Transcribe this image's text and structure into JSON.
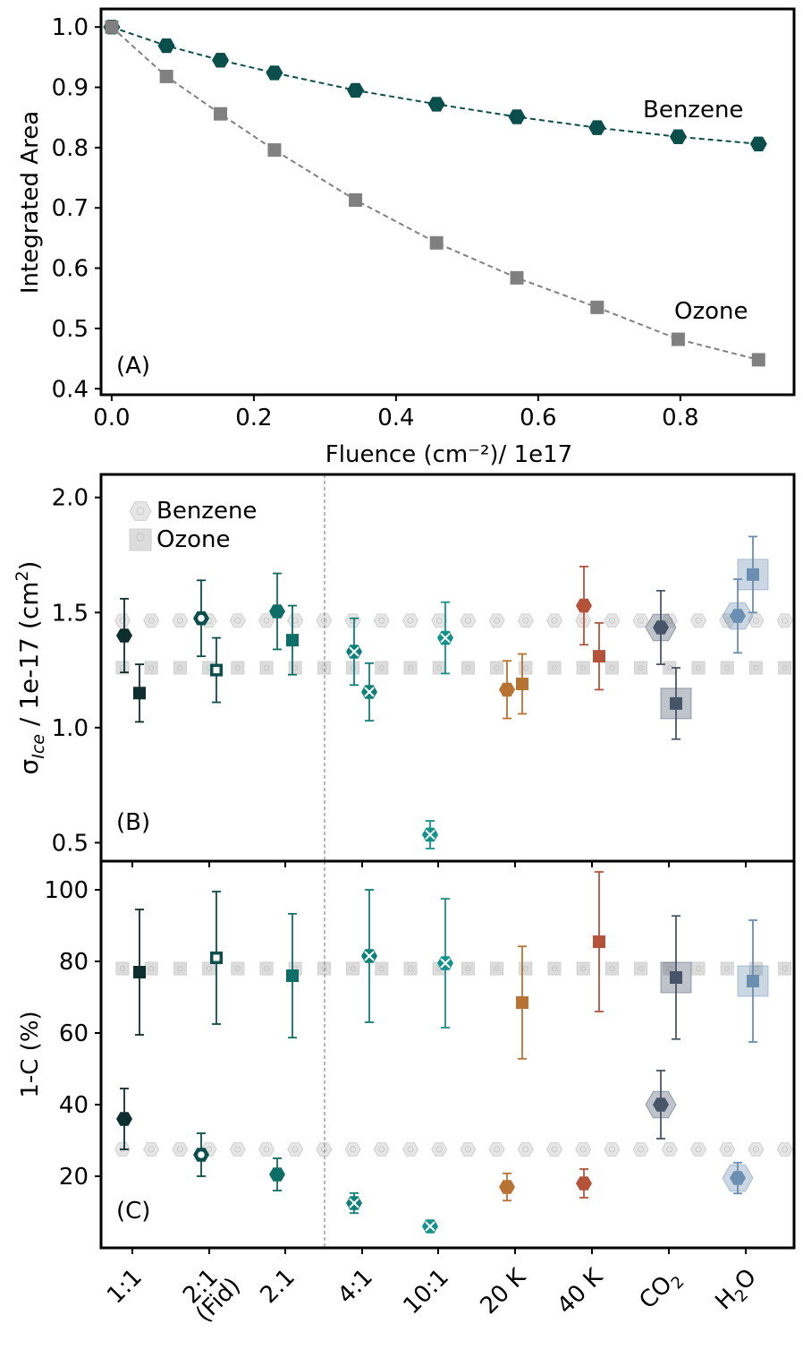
{
  "chart_data": [
    {
      "panel": "A",
      "type": "line",
      "panel_label": "(A)",
      "xlabel": "Fluence (cm⁻²)/ 1e17",
      "ylabel": "Integrated Area",
      "xlim": [
        -0.015,
        0.96
      ],
      "ylim": [
        0.39,
        1.03
      ],
      "xticks": [
        "0.0",
        "0.2",
        "0.4",
        "0.6",
        "0.8"
      ],
      "xtick_values": [
        0.0,
        0.2,
        0.4,
        0.6,
        0.8
      ],
      "yticks": [
        "0.4",
        "0.5",
        "0.6",
        "0.7",
        "0.8",
        "0.9",
        "1.0"
      ],
      "ytick_values": [
        0.4,
        0.5,
        0.6,
        0.7,
        0.8,
        0.9,
        1.0
      ],
      "grid": false,
      "series": [
        {
          "name": "Benzene",
          "marker": "hexagon",
          "color": "#0b4f4c",
          "x": [
            0.0,
            0.077,
            0.153,
            0.229,
            0.343,
            0.457,
            0.57,
            0.683,
            0.797,
            0.91
          ],
          "y": [
            1.0,
            0.969,
            0.945,
            0.924,
            0.895,
            0.872,
            0.851,
            0.833,
            0.818,
            0.806
          ]
        },
        {
          "name": "Ozone",
          "marker": "square",
          "color": "#808080",
          "x": [
            0.0,
            0.077,
            0.153,
            0.229,
            0.343,
            0.457,
            0.57,
            0.683,
            0.797,
            0.91
          ],
          "y": [
            1.0,
            0.918,
            0.856,
            0.796,
            0.713,
            0.642,
            0.584,
            0.535,
            0.482,
            0.448
          ]
        }
      ]
    },
    {
      "panel": "B",
      "type": "scatter",
      "panel_label": "(B)",
      "ylabel": "σ",
      "ylabel_sub": "Ice",
      "ylabel_rest": " / 1e-17 (cm",
      "ylabel_sup": "2",
      "ylabel_end": ")",
      "ylim": [
        0.42,
        2.1
      ],
      "yticks": [
        "0.5",
        "1.0",
        "1.5",
        "2.0"
      ],
      "ytick_values": [
        0.5,
        1.0,
        1.5,
        2.0
      ],
      "reference_lines": {
        "Benzene": 1.465,
        "Ozone": 1.26
      },
      "legend": {
        "position": "top-left",
        "entries": [
          "Benzene",
          "Ozone"
        ]
      },
      "benzene": [
        {
          "cat": "1:1",
          "y": 1.4,
          "err": 0.16,
          "style": "filled",
          "color": "#0e2e2e"
        },
        {
          "cat": "2:1 (Fid)",
          "y": 1.475,
          "err": 0.165,
          "style": "hollow",
          "color": "#0b4f4c"
        },
        {
          "cat": "2.1",
          "y": 1.505,
          "err": 0.165,
          "style": "filled",
          "color": "#0d6e68"
        },
        {
          "cat": "4:1",
          "y": 1.33,
          "err": 0.145,
          "style": "cross",
          "color": "#0f7f7a"
        },
        {
          "cat": "10:1",
          "y": 0.535,
          "err": 0.06,
          "style": "cross",
          "color": "#13918c"
        },
        {
          "cat": "20 K",
          "y": 1.165,
          "err": 0.125,
          "style": "filled",
          "color": "#b87333"
        },
        {
          "cat": "40 K",
          "y": 1.53,
          "err": 0.17,
          "style": "filled",
          "color": "#b5533a"
        },
        {
          "cat": "CO2",
          "y": 1.435,
          "err": 0.16,
          "style": "filled-halo",
          "color": "#475569"
        },
        {
          "cat": "H2O",
          "y": 1.485,
          "err": 0.16,
          "style": "filled-halo",
          "color": "#6a8fb0"
        }
      ],
      "ozone": [
        {
          "cat": "1:1",
          "y": 1.15,
          "err": 0.125,
          "style": "filled",
          "color": "#0e2e2e"
        },
        {
          "cat": "2:1 (Fid)",
          "y": 1.25,
          "err": 0.14,
          "style": "hollow",
          "color": "#0b4f4c"
        },
        {
          "cat": "2.1",
          "y": 1.38,
          "err": 0.15,
          "style": "filled",
          "color": "#0d6e68"
        },
        {
          "cat": "4:1",
          "y": 1.155,
          "err": 0.125,
          "style": "cross",
          "color": "#0f7f7a"
        },
        {
          "cat": "10:1",
          "y": 1.39,
          "err": 0.155,
          "style": "cross",
          "color": "#13918c"
        },
        {
          "cat": "20 K",
          "y": 1.19,
          "err": 0.13,
          "style": "filled",
          "color": "#b87333"
        },
        {
          "cat": "40 K",
          "y": 1.31,
          "err": 0.145,
          "style": "filled",
          "color": "#b5533a"
        },
        {
          "cat": "CO2",
          "y": 1.105,
          "err": 0.155,
          "style": "filled-halo",
          "color": "#475569"
        },
        {
          "cat": "H2O",
          "y": 1.665,
          "err": 0.165,
          "style": "filled-halo",
          "color": "#6a8fb0"
        }
      ]
    },
    {
      "panel": "C",
      "type": "scatter",
      "panel_label": "(C)",
      "ylabel": "1-C (%)",
      "ylim": [
        0,
        108
      ],
      "yticks": [
        "20",
        "40",
        "60",
        "80",
        "100"
      ],
      "ytick_values": [
        20,
        40,
        60,
        80,
        100
      ],
      "reference_lines": {
        "Benzene": 27.5,
        "Ozone": 78
      },
      "categories": [
        "1:1",
        "2:1\n(Fid)",
        "2.1",
        "4:1",
        "10:1",
        "20 K",
        "40 K",
        "CO2",
        "H2O"
      ],
      "benzene": [
        {
          "cat": "1:1",
          "y": 36,
          "err": 8.5,
          "style": "filled",
          "color": "#0e2e2e"
        },
        {
          "cat": "2:1 (Fid)",
          "y": 26,
          "err": 6,
          "style": "hollow",
          "color": "#0b4f4c"
        },
        {
          "cat": "2.1",
          "y": 20.5,
          "err": 4.5,
          "style": "filled",
          "color": "#0d6e68"
        },
        {
          "cat": "4:1",
          "y": 12.5,
          "err": 2.8,
          "style": "cross",
          "color": "#0f7f7a"
        },
        {
          "cat": "10:1",
          "y": 6,
          "err": 1.2,
          "style": "cross",
          "color": "#13918c"
        },
        {
          "cat": "20 K",
          "y": 17,
          "err": 3.8,
          "style": "filled",
          "color": "#b87333"
        },
        {
          "cat": "40 K",
          "y": 18,
          "err": 4,
          "style": "filled",
          "color": "#b5533a"
        },
        {
          "cat": "CO2",
          "y": 40,
          "err": 9.5,
          "style": "filled-halo",
          "color": "#475569"
        },
        {
          "cat": "H2O",
          "y": 19.5,
          "err": 4.3,
          "style": "filled-halo",
          "color": "#6a8fb0"
        }
      ],
      "ozone": [
        {
          "cat": "1:1",
          "y": 77,
          "err": 17.5,
          "style": "filled",
          "color": "#0e2e2e"
        },
        {
          "cat": "2:1 (Fid)",
          "y": 81,
          "err": 18.5,
          "style": "hollow",
          "color": "#0b4f4c"
        },
        {
          "cat": "2.1",
          "y": 76,
          "err": 17.3,
          "style": "filled",
          "color": "#0d6e68"
        },
        {
          "cat": "4:1",
          "y": 81.5,
          "err": 18.5,
          "style": "cross",
          "color": "#0f7f7a"
        },
        {
          "cat": "10:1",
          "y": 79.5,
          "err": 18,
          "style": "cross",
          "color": "#13918c"
        },
        {
          "cat": "20 K",
          "y": 68.5,
          "err": 15.7,
          "style": "filled",
          "color": "#b87333"
        },
        {
          "cat": "40 K",
          "y": 85.5,
          "err": 19.5,
          "style": "filled",
          "color": "#b5533a"
        },
        {
          "cat": "CO2",
          "y": 75.5,
          "err": 17.2,
          "style": "filled-halo",
          "color": "#475569"
        },
        {
          "cat": "H2O",
          "y": 74.5,
          "err": 17,
          "style": "filled-halo",
          "color": "#6a8fb0"
        }
      ]
    }
  ],
  "xtick_labels_bottom": [
    "1:1",
    "2:1",
    "(Fid)",
    "2.1",
    "4:1",
    "10:1",
    "20 K",
    "40 K",
    "CO",
    "2",
    "H",
    "2",
    "O"
  ],
  "legend_labels": {
    "benzene": "Benzene",
    "ozone": "Ozone"
  },
  "series_labels_panel_a": {
    "benzene": "Benzene",
    "ozone": "Ozone"
  }
}
